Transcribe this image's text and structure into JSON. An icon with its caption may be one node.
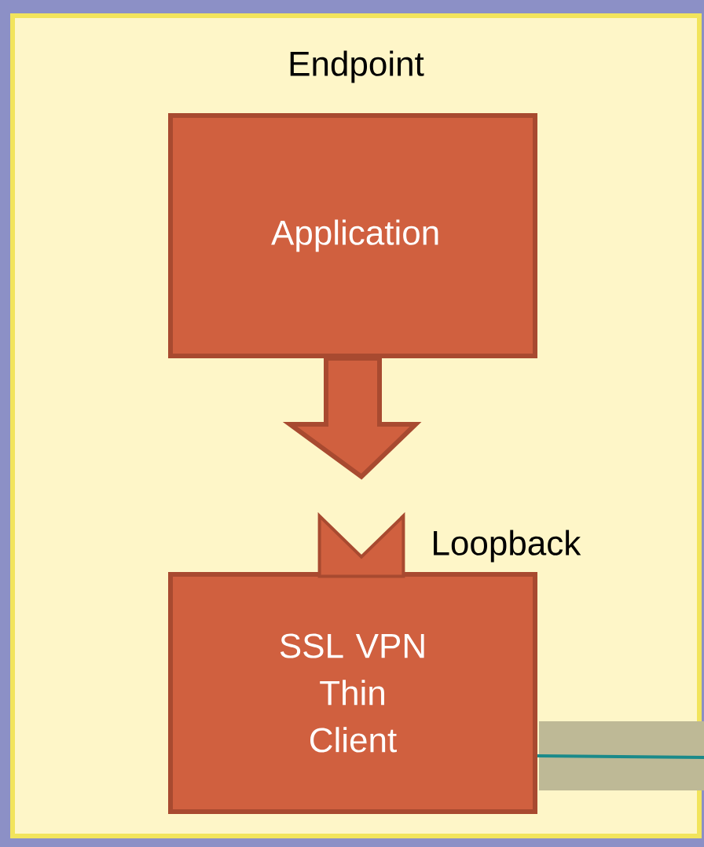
{
  "diagram": {
    "nodes": [
      {
        "text": [
          "Endpoint"
        ]
      },
      {
        "text": [
          "Application"
        ],
        "in": 0
      },
      {
        "text": [
          "SSL VPN Thin Client"
        ],
        "in": 0
      },
      {
        "text": [],
        "shape": "chevron",
        "beside": [
          "Loopback"
        ],
        "in": 0
      }
    ],
    "edges": [
      {
        "from": 1,
        "to": 3,
        "arrow": "to",
        "style": "thick"
      },
      {
        "from": 2,
        "to": null,
        "arrow": "none",
        "color": "#1a8a8a"
      }
    ]
  }
}
